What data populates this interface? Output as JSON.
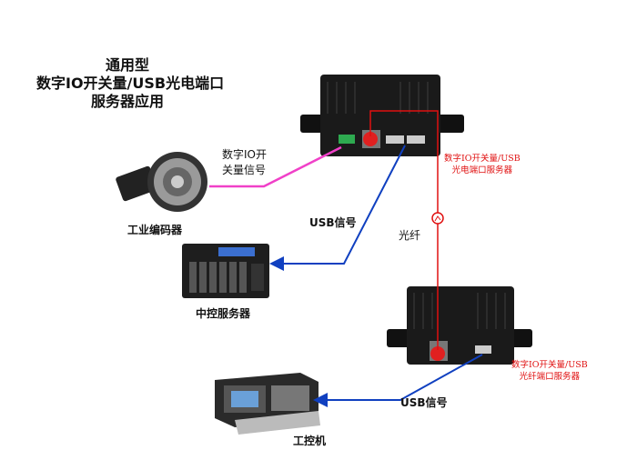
{
  "title": {
    "line1": "通用型",
    "line2": "数字IO开关量/USB光电端口",
    "line3": "服务器应用"
  },
  "devices": {
    "encoder": "工业编码器",
    "server": "中控服务器",
    "ipc": "工控机",
    "top_device": {
      "line1": "数字IO开关量/USB",
      "line2": "光电端口服务器"
    },
    "bottom_device": {
      "line1": "数字IO开关量/USB",
      "line2": "光纤端口服务器"
    }
  },
  "signals": {
    "io": {
      "line1": "数字IO开",
      "line2": "关量信号"
    },
    "usb_top": "USB信号",
    "fiber": "光纤",
    "usb_bottom": "USB信号"
  },
  "colors": {
    "io_line": "#f040c8",
    "usb_line": "#1040c0",
    "fiber_line": "#e01010",
    "device": "#1a1a1a"
  }
}
